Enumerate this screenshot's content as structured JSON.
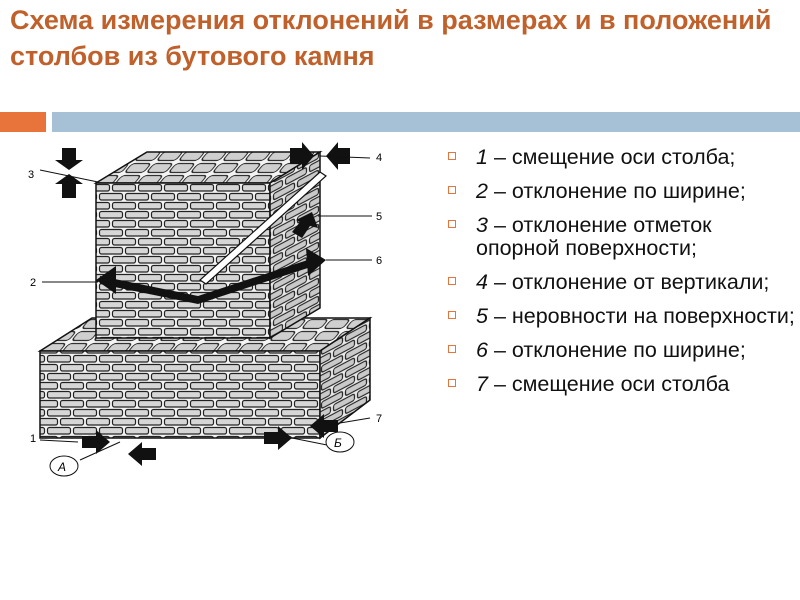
{
  "title": "Схема измерения отклонений в размерах и в положений столбов из бутового камня",
  "figure": {
    "callouts": [
      "1",
      "2",
      "3",
      "4",
      "5",
      "6",
      "7"
    ],
    "marker_a": "А",
    "marker_b": "Б"
  },
  "items": [
    {
      "num": "1",
      "text": " – смещение оси столба;"
    },
    {
      "num": "2",
      "text": " – отклонение по ширине;"
    },
    {
      "num": "3",
      "text": " – отклонение отметок опорной поверхности;"
    },
    {
      "num": "4",
      "text": " – отклонение от вертикали;"
    },
    {
      "num": "5",
      "text": " – неровности на поверхности;"
    },
    {
      "num": "6",
      "text": " – отклонение по ширине;"
    },
    {
      "num": "7",
      "text": " – смещение оси столба"
    }
  ],
  "colors": {
    "title": "#c0612b",
    "accent": "#e8743b",
    "bar": "#a6c0d6"
  }
}
